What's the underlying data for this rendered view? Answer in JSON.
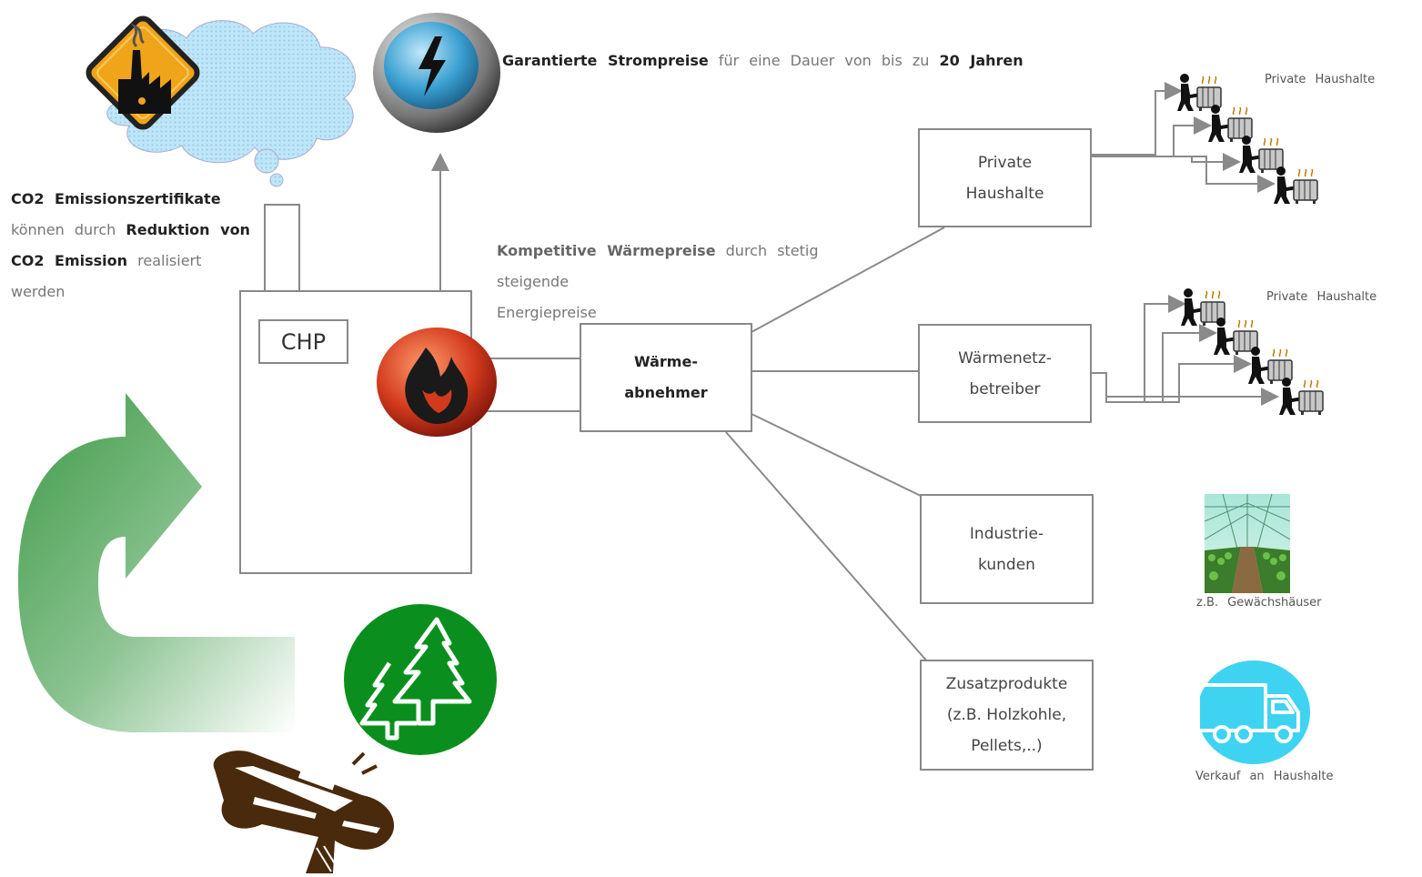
{
  "chp_label": "CHP",
  "power_text": {
    "part1": "Garantierte Strompreise",
    "part2": "für eine Dauer von bis zu",
    "part3": "20 Jahren"
  },
  "co2_text": {
    "line1_bold": "CO2 Emissionszertifikate",
    "line2_plain": "können durch",
    "line2_bold": "Reduktion von",
    "line3_bold": "CO2 Emission",
    "line3_plain": "realisiert",
    "line4_plain": "werden"
  },
  "heat_text": {
    "bold": "Kompetitive Wärmepreise",
    "plain": "durch stetig steigende",
    "line2": "Energiepreise"
  },
  "hub": {
    "line1": "Wärme-",
    "line2": "abnehmer"
  },
  "boxes": {
    "private": {
      "line1": "Private",
      "line2": "Haushalte"
    },
    "network": {
      "line1": "Wärmenetz-",
      "line2": "betreiber"
    },
    "industry": {
      "line1": "Industrie-",
      "line2": "kunden"
    },
    "extra": {
      "line1": "Zusatzprodukte",
      "line2": "(z.B. Holzkohle,",
      "line3": "Pellets,..)"
    }
  },
  "captions": {
    "private_top": "Private Haushalte",
    "private_mid": "Private Haushalte",
    "greenhouse": "z.B. Gewächshäuser",
    "truck": "Verkauf an Haushalte"
  },
  "icons": {
    "pollution": "factory-warning-icon",
    "power": "lightning-icon",
    "fire": "flame-icon",
    "forest": "tree-icon",
    "saw": "chainsaw-log-icon",
    "recycle": "curved-arrow-icon",
    "greenhouse": "greenhouse-icon",
    "truck": "truck-icon",
    "person": "person-radiator-icon"
  },
  "colors": {
    "line": "#8a8a8a",
    "green": "#0a8f1e",
    "fire_red": "#d23a1c",
    "power_blue": "#3a9fd0",
    "truck_cyan": "#3fd3f2",
    "saw_brown": "#4a2a0c",
    "cloud": "#b8e2f5"
  }
}
